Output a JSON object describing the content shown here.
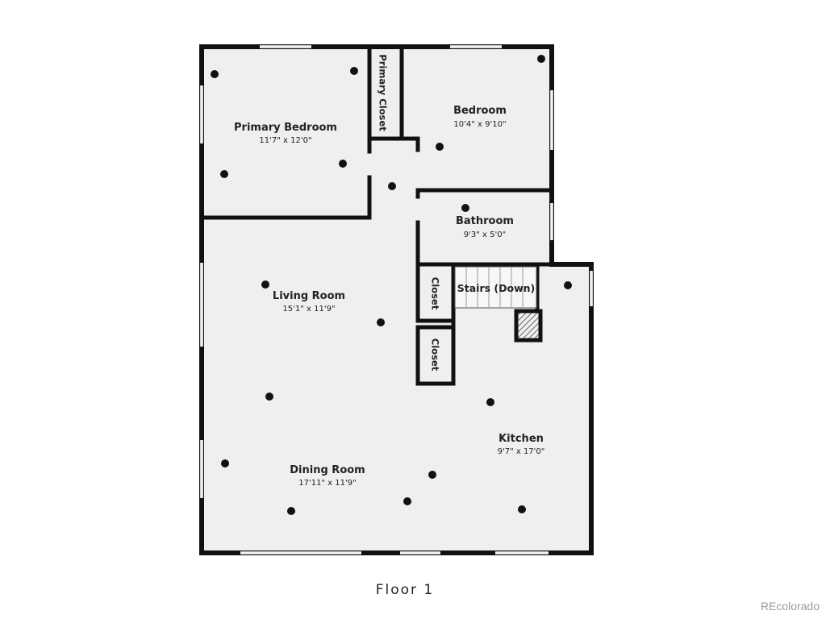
{
  "plan": {
    "floor_label": "Floor 1",
    "watermark": "REcolorado",
    "rooms": {
      "primary_bedroom": {
        "name": "Primary Bedroom",
        "dims": "11'7\" x 12'0\""
      },
      "primary_closet": {
        "name": "Primary Closet"
      },
      "bedroom": {
        "name": "Bedroom",
        "dims": "10'4\" x 9'10\""
      },
      "bathroom": {
        "name": "Bathroom",
        "dims": "9'3\" x 5'0\""
      },
      "living_room": {
        "name": "Living Room",
        "dims": "15'1\" x 11'9\""
      },
      "closet_upper": {
        "name": "Closet"
      },
      "closet_lower": {
        "name": "Closet"
      },
      "stairs": {
        "name": "Stairs (Down)"
      },
      "kitchen": {
        "name": "Kitchen",
        "dims": "9'7\" x 17'0\""
      },
      "dining_room": {
        "name": "Dining Room",
        "dims": "17'11\" x 11'9\""
      }
    },
    "colors": {
      "wall": "#111111",
      "floor": "#efefef",
      "marker": "#111111"
    }
  }
}
